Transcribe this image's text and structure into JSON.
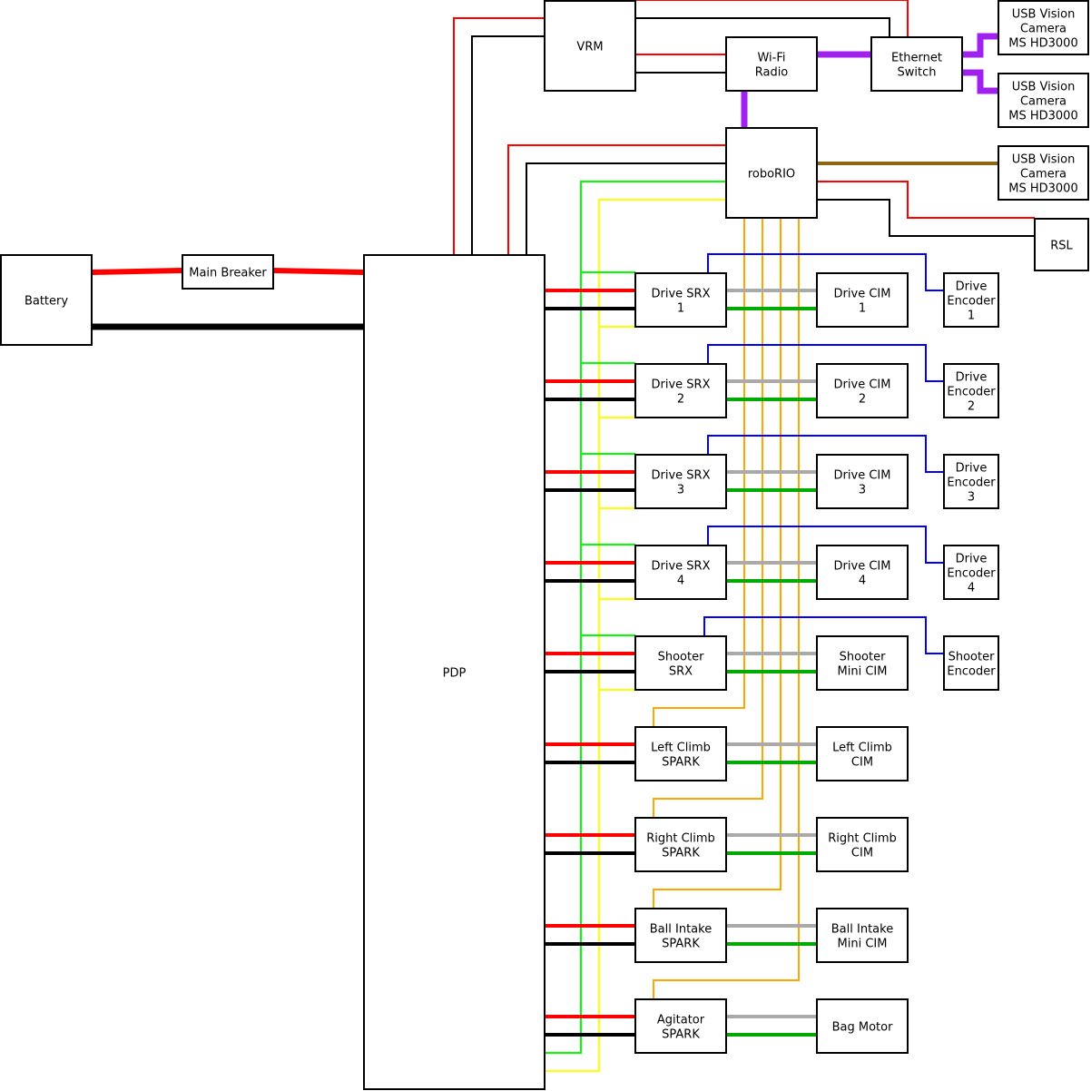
{
  "title": "Robot Wiring Diagram",
  "colors": {
    "power_pos": "#ff0000",
    "power_neg": "#000000",
    "can_h": "#00ff00",
    "can_l": "#ffff00",
    "pwm": "#ffa500",
    "encoder": "#0000ff",
    "ethernet": "#a020f0",
    "usb": "#8b6914",
    "motor_a": "#aaaaaa",
    "motor_b": "#00aa00"
  },
  "components": {
    "battery": "Battery",
    "main_breaker": "Main Breaker",
    "pdp": "PDP",
    "vrm": "VRM",
    "wifi_radio": [
      "Wi-Fi",
      "Radio"
    ],
    "ethernet_switch": [
      "Ethernet",
      "Switch"
    ],
    "roborio": "roboRIO",
    "rsl": "RSL",
    "cameras": [
      [
        "USB Vision",
        "Camera",
        "MS HD3000"
      ],
      [
        "USB Vision",
        "Camera",
        "MS HD3000"
      ],
      [
        "USB Vision",
        "Camera",
        "MS HD3000"
      ]
    ]
  },
  "rows": [
    {
      "controller": [
        "Drive SRX",
        "1"
      ],
      "motor": [
        "Drive CIM",
        "1"
      ],
      "encoder": [
        "Drive",
        "Encoder",
        "1"
      ],
      "bus": "can"
    },
    {
      "controller": [
        "Drive SRX",
        "2"
      ],
      "motor": [
        "Drive CIM",
        "2"
      ],
      "encoder": [
        "Drive",
        "Encoder",
        "2"
      ],
      "bus": "can"
    },
    {
      "controller": [
        "Drive SRX",
        "3"
      ],
      "motor": [
        "Drive CIM",
        "3"
      ],
      "encoder": [
        "Drive",
        "Encoder",
        "3"
      ],
      "bus": "can"
    },
    {
      "controller": [
        "Drive SRX",
        "4"
      ],
      "motor": [
        "Drive CIM",
        "4"
      ],
      "encoder": [
        "Drive",
        "Encoder",
        "4"
      ],
      "bus": "can"
    },
    {
      "controller": [
        "Shooter",
        "SRX"
      ],
      "motor": [
        "Shooter",
        "Mini CIM"
      ],
      "encoder": [
        "Shooter",
        "Encoder"
      ],
      "bus": "can"
    },
    {
      "controller": [
        "Left Climb",
        "SPARK"
      ],
      "motor": [
        "Left Climb",
        "CIM"
      ],
      "encoder": null,
      "bus": "pwm"
    },
    {
      "controller": [
        "Right Climb",
        "SPARK"
      ],
      "motor": [
        "Right Climb",
        "CIM"
      ],
      "encoder": null,
      "bus": "pwm"
    },
    {
      "controller": [
        "Ball Intake",
        "SPARK"
      ],
      "motor": [
        "Ball Intake",
        "Mini CIM"
      ],
      "encoder": null,
      "bus": "pwm"
    },
    {
      "controller": [
        "Agitator",
        "SPARK"
      ],
      "motor": [
        "Bag Motor"
      ],
      "encoder": null,
      "bus": "pwm"
    }
  ]
}
